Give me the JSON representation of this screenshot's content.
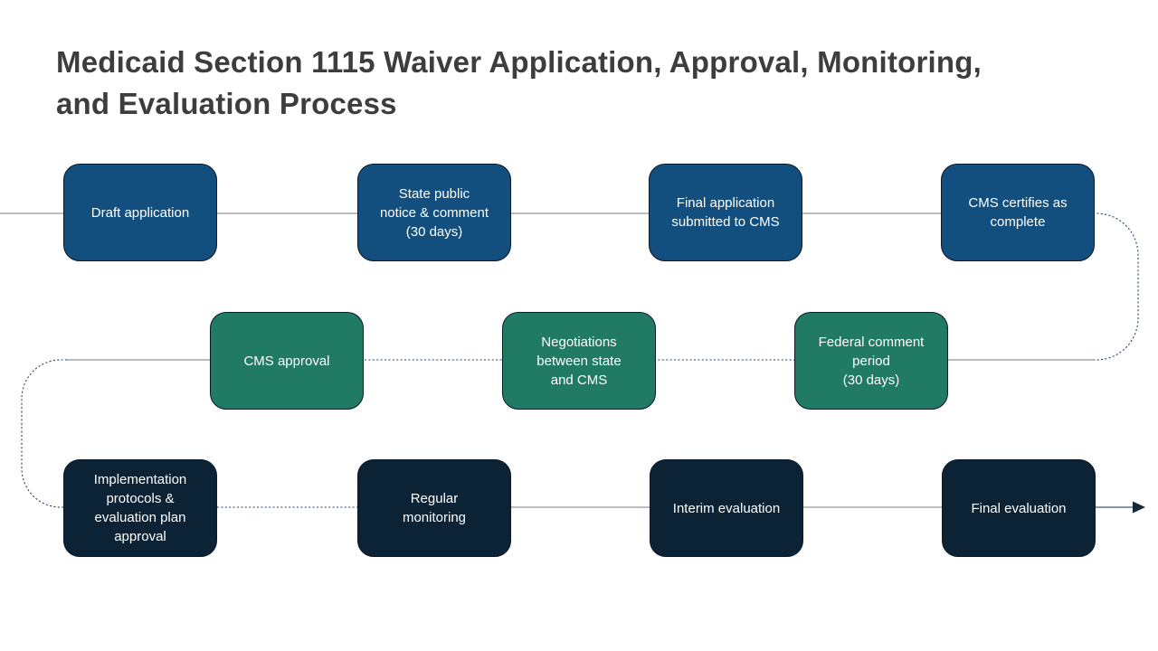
{
  "title": {
    "text": "Medicaid Section 1115 Waiver Application, Approval, Monitoring,\nand Evaluation Process"
  },
  "colors": {
    "box_blue": "#134F7E",
    "box_green": "#217A63",
    "box_navy": "#0C2335",
    "box_border": "#0a1828",
    "line_solid_gray": "#8e979e",
    "line_dotted_navy": "#24415e",
    "arrow": "#142838",
    "title_text": "#3d3d3d",
    "box_text": "#ffffff",
    "background": "#ffffff"
  },
  "flow": {
    "row1": {
      "color_name": "blue",
      "fill": "#134F7E",
      "steps": [
        {
          "label": "Draft application"
        },
        {
          "label": "State public\nnotice & comment\n(30 days)"
        },
        {
          "label": "Final application\nsubmitted to CMS"
        },
        {
          "label": "CMS certifies as\ncomplete"
        }
      ]
    },
    "row2": {
      "color_name": "green",
      "fill": "#217A63",
      "steps": [
        {
          "label": "CMS approval"
        },
        {
          "label": "Negotiations\nbetween state\nand CMS"
        },
        {
          "label": "Federal comment\nperiod\n(30 days)"
        }
      ]
    },
    "row3": {
      "color_name": "navy",
      "fill": "#0C2335",
      "steps": [
        {
          "label": "Implementation\nprotocols &\nevaluation plan\napproval"
        },
        {
          "label": "Regular\nmonitoring"
        },
        {
          "label": "Interim evaluation"
        },
        {
          "label": "Final evaluation"
        }
      ]
    }
  }
}
